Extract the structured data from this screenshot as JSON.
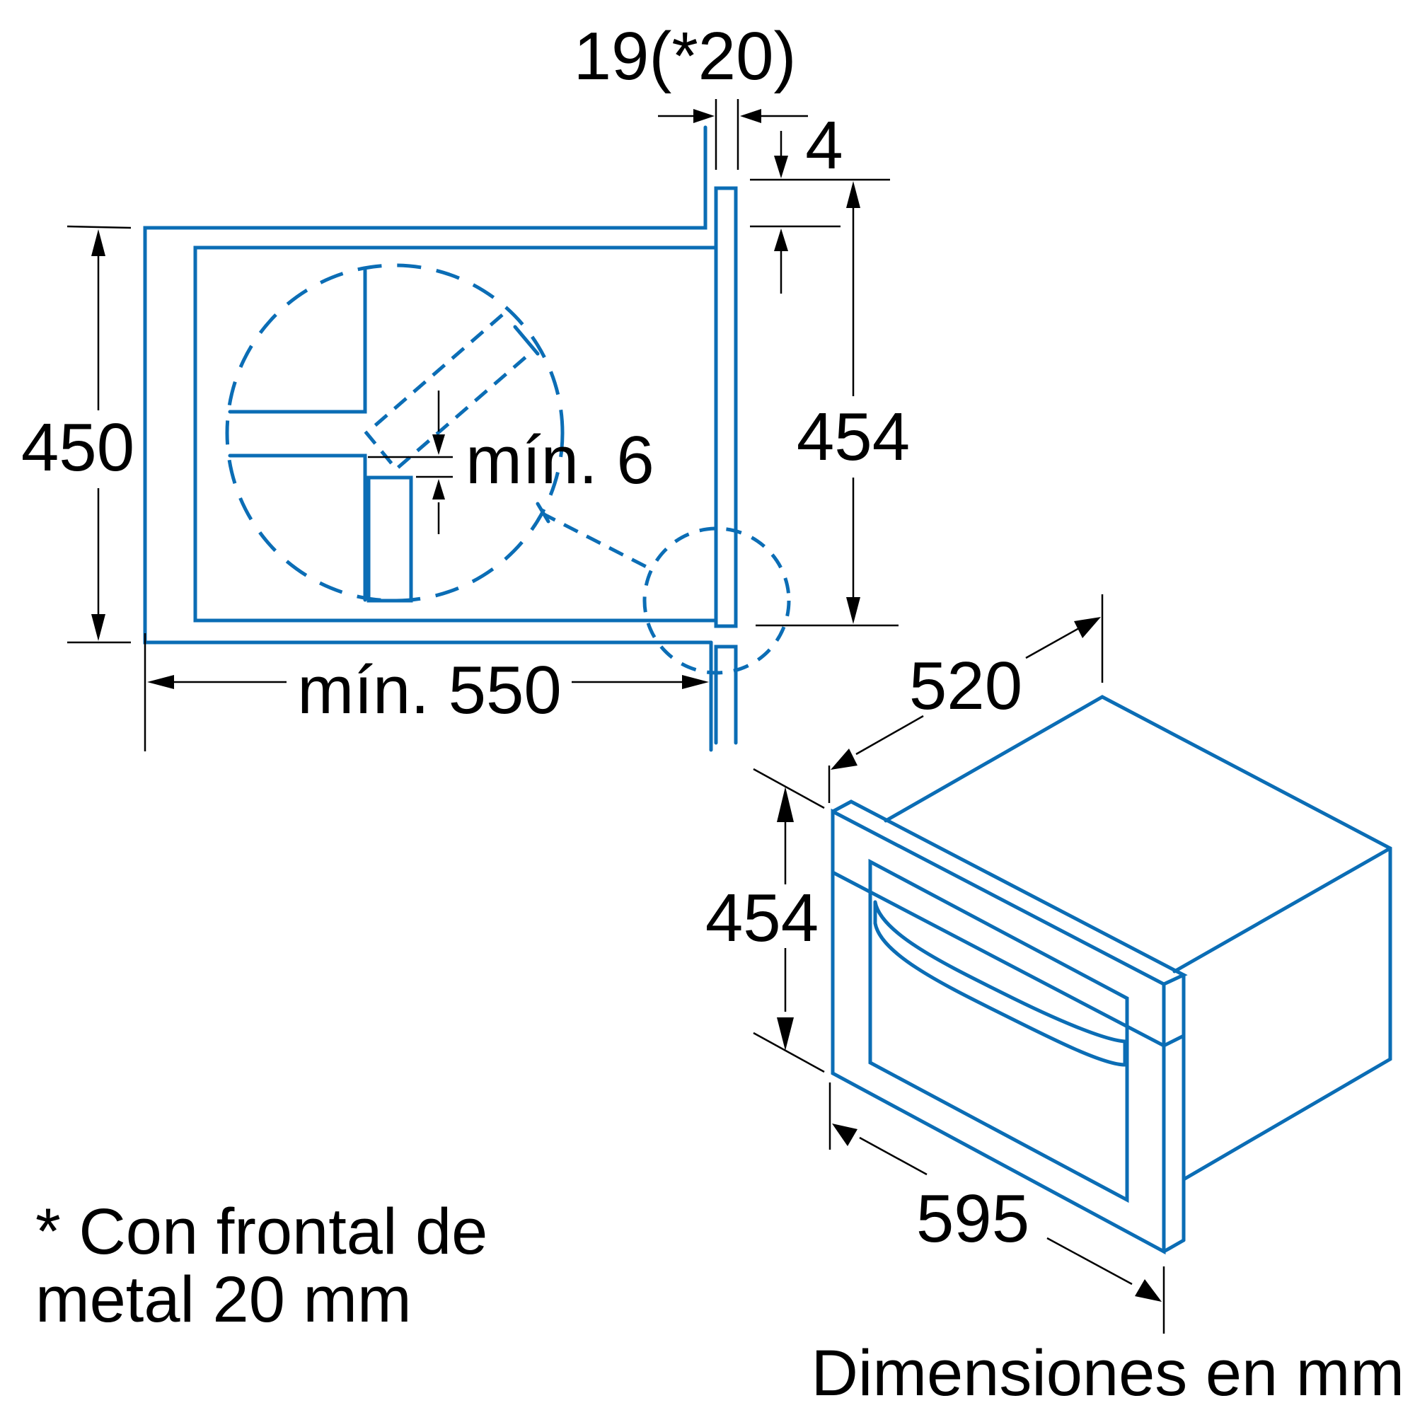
{
  "diagram": {
    "title": "Built-in compact oven installation dimensions",
    "colors": {
      "line": "#0b6db5",
      "dimension": "#000000",
      "background": "#ffffff"
    },
    "section_view": {
      "dimensions": {
        "front_thickness": "19(*20)",
        "top_gap": "4",
        "niche_height": "450",
        "appliance_height": "454",
        "min_gap": "mín. 6",
        "niche_depth": "mín. 550"
      }
    },
    "iso_view": {
      "dimensions": {
        "depth": "520",
        "height": "454",
        "width": "595"
      }
    },
    "footnote": {
      "line1": "* Con frontal de",
      "line2": "metal 20 mm"
    },
    "units_label": "Dimensiones en mm"
  }
}
